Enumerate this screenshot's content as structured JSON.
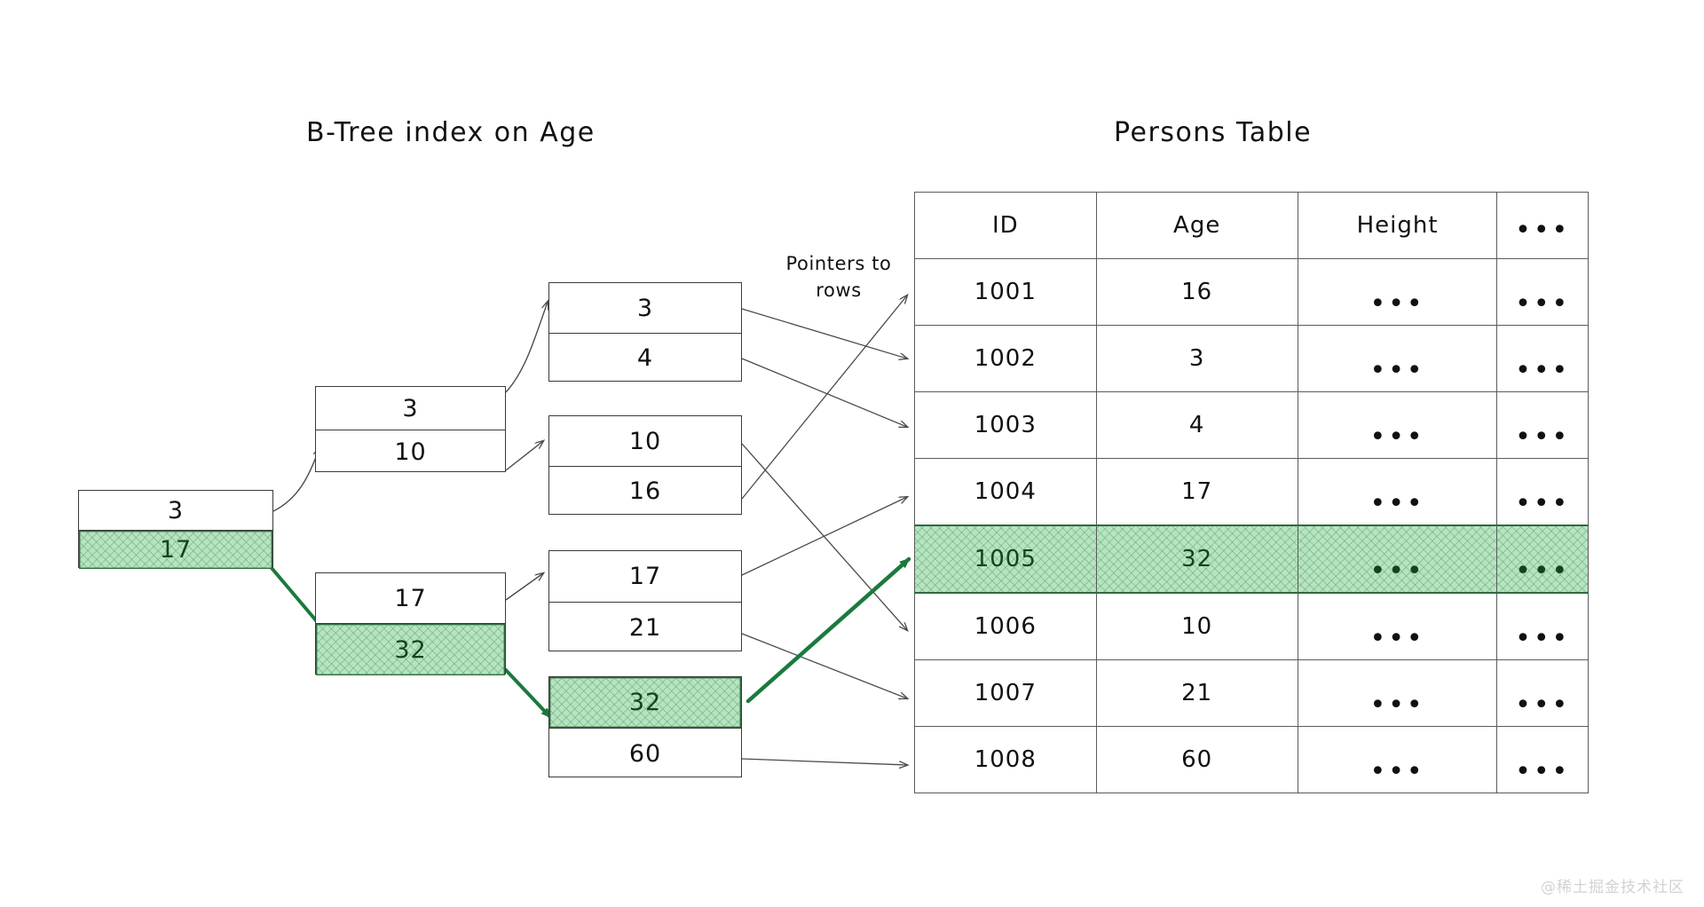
{
  "headings": {
    "tree_title": "B-Tree index on Age",
    "table_title": "Persons Table"
  },
  "annotations": {
    "pointers_line1": "Pointers to",
    "pointers_line2": "rows",
    "watermark": "@稀土掘金技术社区"
  },
  "colors": {
    "highlight_fill": "#b6e3c0",
    "highlight_stroke": "#2f6b3e",
    "arrow_green": "#1a7a3c",
    "stroke": "#3a3a3a",
    "text": "#111111"
  },
  "btree": {
    "root": {
      "label": "root-node",
      "cells": [
        {
          "value": "3",
          "highlighted": false
        },
        {
          "value": "17",
          "highlighted": true
        }
      ]
    },
    "internal": [
      {
        "label": "internal-node-left",
        "cells": [
          {
            "value": "3",
            "highlighted": false
          },
          {
            "value": "10",
            "highlighted": false
          }
        ]
      },
      {
        "label": "internal-node-right",
        "cells": [
          {
            "value": "17",
            "highlighted": false
          },
          {
            "value": "32",
            "highlighted": true
          }
        ]
      }
    ],
    "leaves": [
      {
        "label": "leaf-node-1",
        "cells": [
          {
            "value": "3",
            "highlighted": false
          },
          {
            "value": "4",
            "highlighted": false
          }
        ]
      },
      {
        "label": "leaf-node-2",
        "cells": [
          {
            "value": "10",
            "highlighted": false
          },
          {
            "value": "16",
            "highlighted": false
          }
        ]
      },
      {
        "label": "leaf-node-3",
        "cells": [
          {
            "value": "17",
            "highlighted": false
          },
          {
            "value": "21",
            "highlighted": false
          }
        ]
      },
      {
        "label": "leaf-node-4",
        "cells": [
          {
            "value": "32",
            "highlighted": true
          },
          {
            "value": "60",
            "highlighted": false
          }
        ]
      }
    ]
  },
  "persons_table": {
    "columns": [
      "ID",
      "Age",
      "Height",
      "•••"
    ],
    "rows": [
      {
        "id": "1001",
        "age": "16",
        "height": "•••",
        "more": "•••",
        "highlighted": false
      },
      {
        "id": "1002",
        "age": "3",
        "height": "•••",
        "more": "•••",
        "highlighted": false
      },
      {
        "id": "1003",
        "age": "4",
        "height": "•••",
        "more": "•••",
        "highlighted": false
      },
      {
        "id": "1004",
        "age": "17",
        "height": "•••",
        "more": "•••",
        "highlighted": false
      },
      {
        "id": "1005",
        "age": "32",
        "height": "•••",
        "more": "•••",
        "highlighted": true
      },
      {
        "id": "1006",
        "age": "10",
        "height": "•••",
        "more": "•••",
        "highlighted": false
      },
      {
        "id": "1007",
        "age": "21",
        "height": "•••",
        "more": "•••",
        "highlighted": false
      },
      {
        "id": "1008",
        "age": "60",
        "height": "•••",
        "more": "•••",
        "highlighted": false
      }
    ]
  }
}
